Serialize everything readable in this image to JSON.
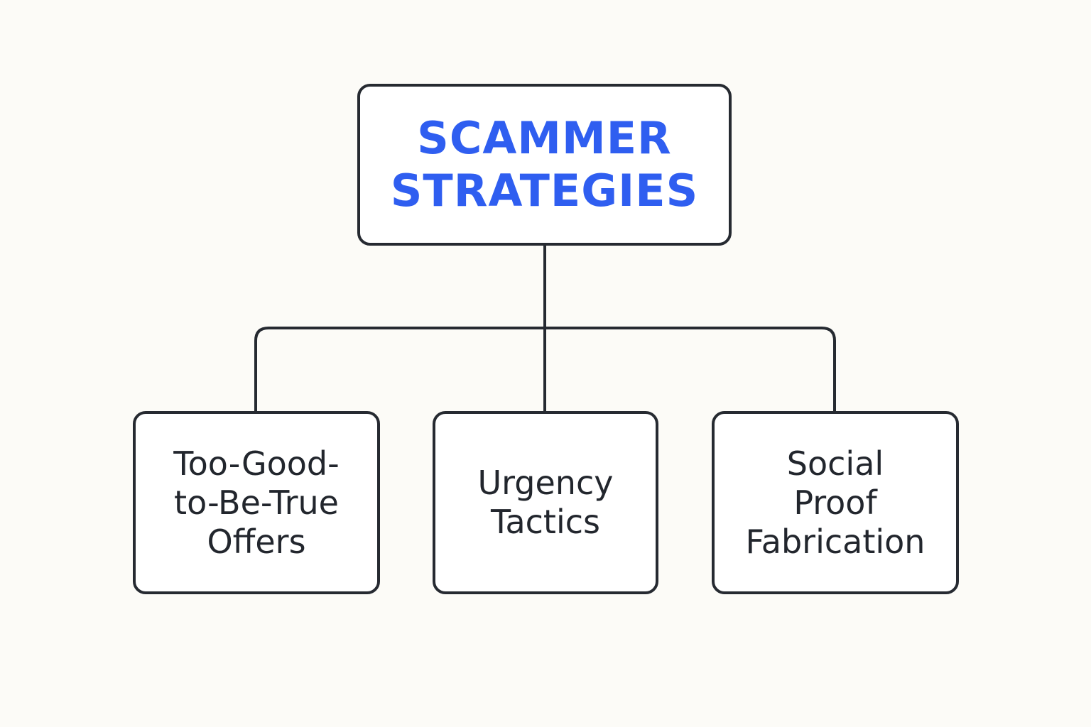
{
  "diagram": {
    "root": {
      "lines": [
        "SCAMMER",
        "STRATEGIES"
      ]
    },
    "children": [
      {
        "lines": [
          "Too-Good-",
          "to-Be-True",
          "Offers"
        ]
      },
      {
        "lines": [
          "Urgency",
          "Tactics"
        ]
      },
      {
        "lines": [
          "Social",
          "Proof",
          "Fabrication"
        ]
      }
    ]
  },
  "colors": {
    "background": "#fcfbf7",
    "title_blue": "#2f5ef0",
    "stroke": "#262a31",
    "text": "#22262d"
  }
}
